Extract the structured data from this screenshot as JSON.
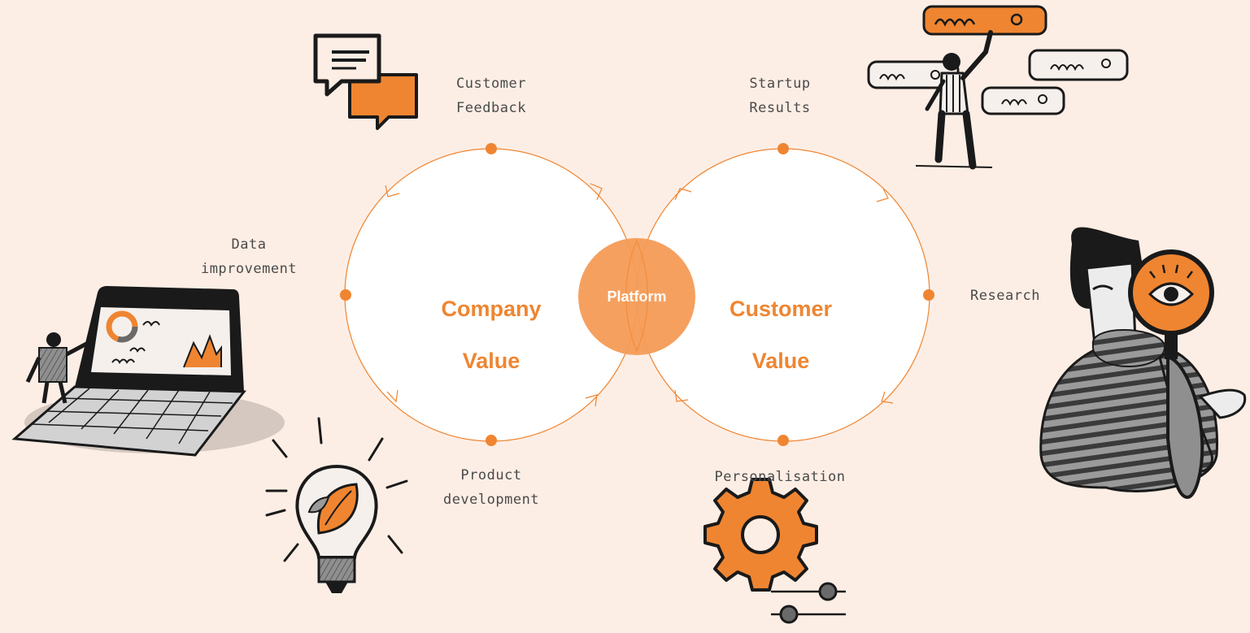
{
  "colors": {
    "background": "#fdeee5",
    "accent": "#ef8531",
    "platform_fill": "#f49b56",
    "circle_fill": "#ffffff",
    "label_text": "#4a4a4a",
    "ink": "#1a1a1a"
  },
  "diagram": {
    "left_circle": {
      "line1": "Company",
      "line2": "Value"
    },
    "right_circle": {
      "line1": "Customer",
      "line2": "Value"
    },
    "center": "Platform",
    "labels": {
      "customer_feedback": "Customer\nFeedback",
      "data_improvement": "Data\nimprovement",
      "product_development": "Product\ndevelopment",
      "startup_results": "Startup\nResults",
      "research": "Research",
      "personalisation": "Personalisation"
    }
  },
  "illustrations": {
    "speech_bubbles": "speech-bubbles-icon",
    "laptop": "laptop-chart-icon",
    "lightbulb": "lightbulb-leaf-icon",
    "search_bars": "search-bars-person-icon",
    "magnifier": "magnifier-person-icon",
    "gear": "gear-sliders-icon"
  }
}
